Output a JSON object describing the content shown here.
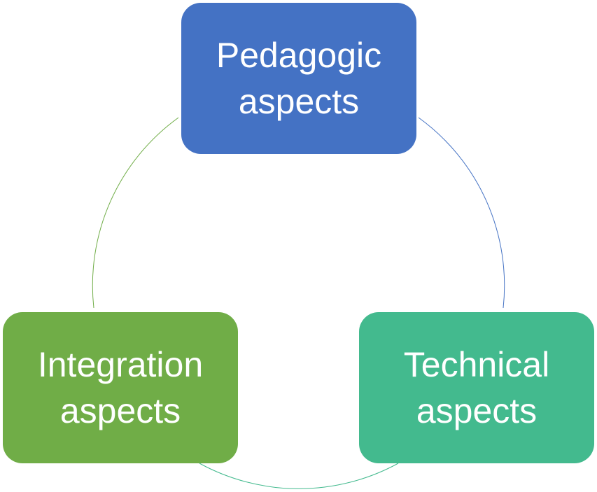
{
  "diagram": {
    "nodes": [
      {
        "id": "pedagogic",
        "line1": "Pedagogic",
        "line2": "aspects",
        "color": "#4472C4"
      },
      {
        "id": "integration",
        "line1": "Integration",
        "line2": "aspects",
        "color": "#70AD47"
      },
      {
        "id": "technical",
        "line1": "Technical",
        "line2": "aspects",
        "color": "#43BA8E"
      }
    ],
    "connector_colors": {
      "top_to_right": "#4472C4",
      "right_to_left": "#43BA8E",
      "left_to_top": "#70AD47"
    }
  }
}
